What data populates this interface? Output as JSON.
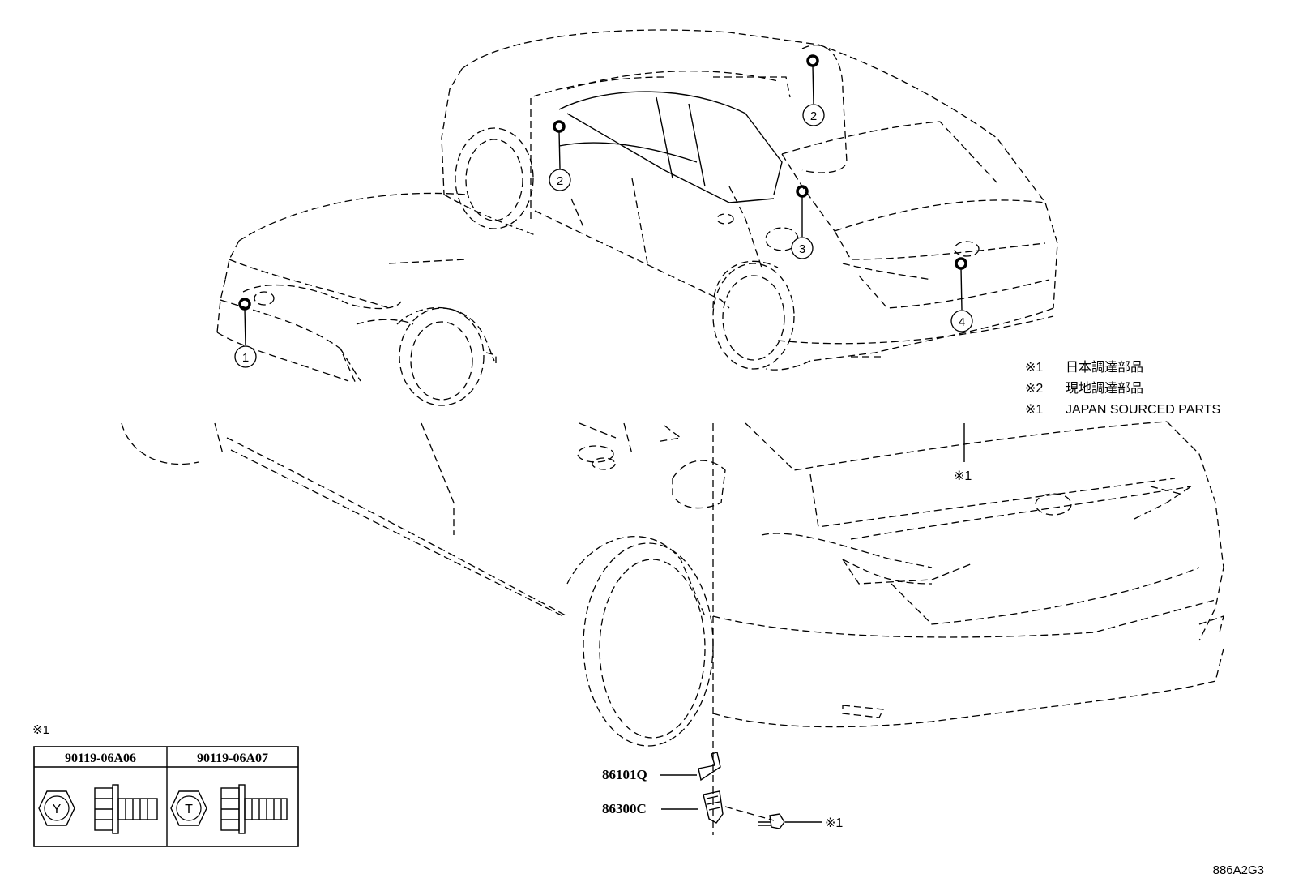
{
  "callouts": [
    {
      "num": "1"
    },
    {
      "num": "2"
    },
    {
      "num": "2"
    },
    {
      "num": "3"
    },
    {
      "num": "4"
    }
  ],
  "notes": [
    {
      "mark": "※1",
      "text": "日本調達部品"
    },
    {
      "mark": "※2",
      "text": "現地調達部品"
    },
    {
      "mark": "※1",
      "text": "JAPAN SOURCED PARTS"
    }
  ],
  "ref_mark": "※1",
  "parts": [
    {
      "number": "86101Q"
    },
    {
      "number": "86300C"
    }
  ],
  "bolt_ref": "※1",
  "bolt_table": {
    "mark": "※1",
    "columns": [
      {
        "part_number": "90119-06A06",
        "head_letter": "Y"
      },
      {
        "part_number": "90119-06A07",
        "head_letter": "T"
      }
    ]
  },
  "diagram_code": "886A2G3"
}
